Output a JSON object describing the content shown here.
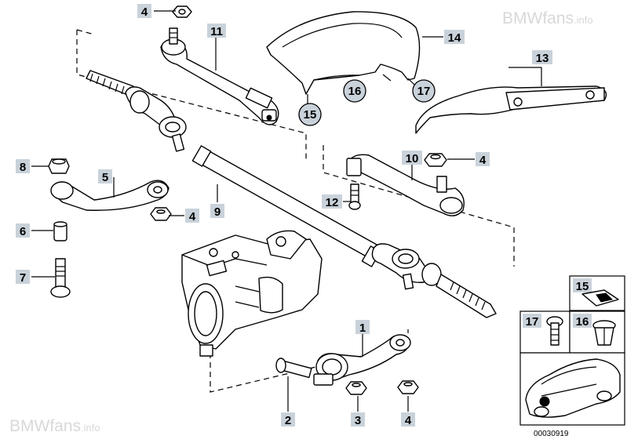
{
  "watermark_top": "BMWfans",
  "watermark_top_suffix": ".info",
  "watermark_bottom": "BMWfans",
  "watermark_bottom_suffix": ".info",
  "document_number": "00030919",
  "callouts": {
    "c1": "1",
    "c2": "2",
    "c3": "3",
    "c4a": "4",
    "c4b": "4",
    "c4c": "4",
    "c4d": "4",
    "c5": "5",
    "c6": "6",
    "c7": "7",
    "c8": "8",
    "c9": "9",
    "c10": "10",
    "c11": "11",
    "c12": "12",
    "c13": "13",
    "c14": "14",
    "c15": "15",
    "c16": "16",
    "c17": "17"
  },
  "thumbnails": {
    "t15": "15",
    "t16": "16",
    "t17": "17"
  }
}
